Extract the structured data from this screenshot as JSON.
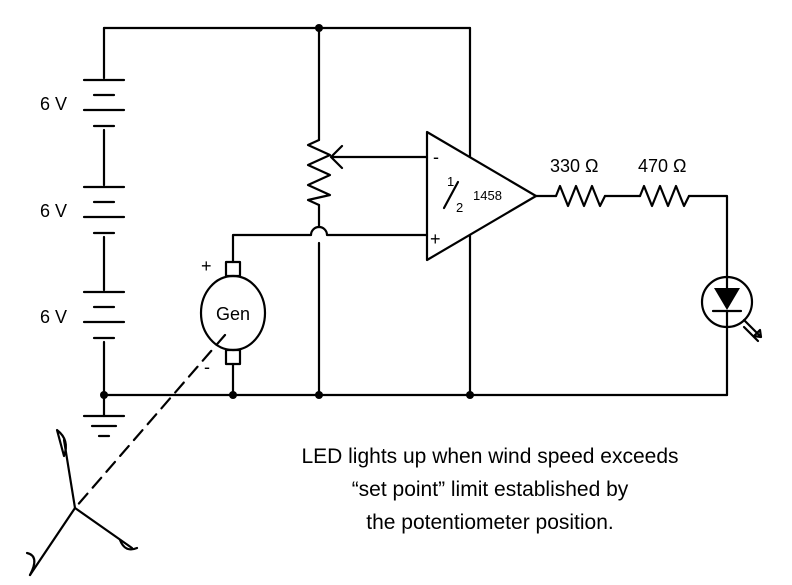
{
  "batteries": [
    {
      "label": "6 V"
    },
    {
      "label": "6 V"
    },
    {
      "label": "6 V"
    }
  ],
  "opamp": {
    "inverting_sign": "-",
    "noninverting_sign": "+",
    "fraction_num": "1",
    "fraction_den": "2",
    "part": "1458"
  },
  "resistors": [
    {
      "label": "330 Ω"
    },
    {
      "label": "470 Ω"
    }
  ],
  "generator": {
    "label": "Gen",
    "plus": "+",
    "minus": "-"
  },
  "caption": [
    "LED lights up when wind speed exceeds",
    "“set point” limit established by",
    "the potentiometer position."
  ]
}
